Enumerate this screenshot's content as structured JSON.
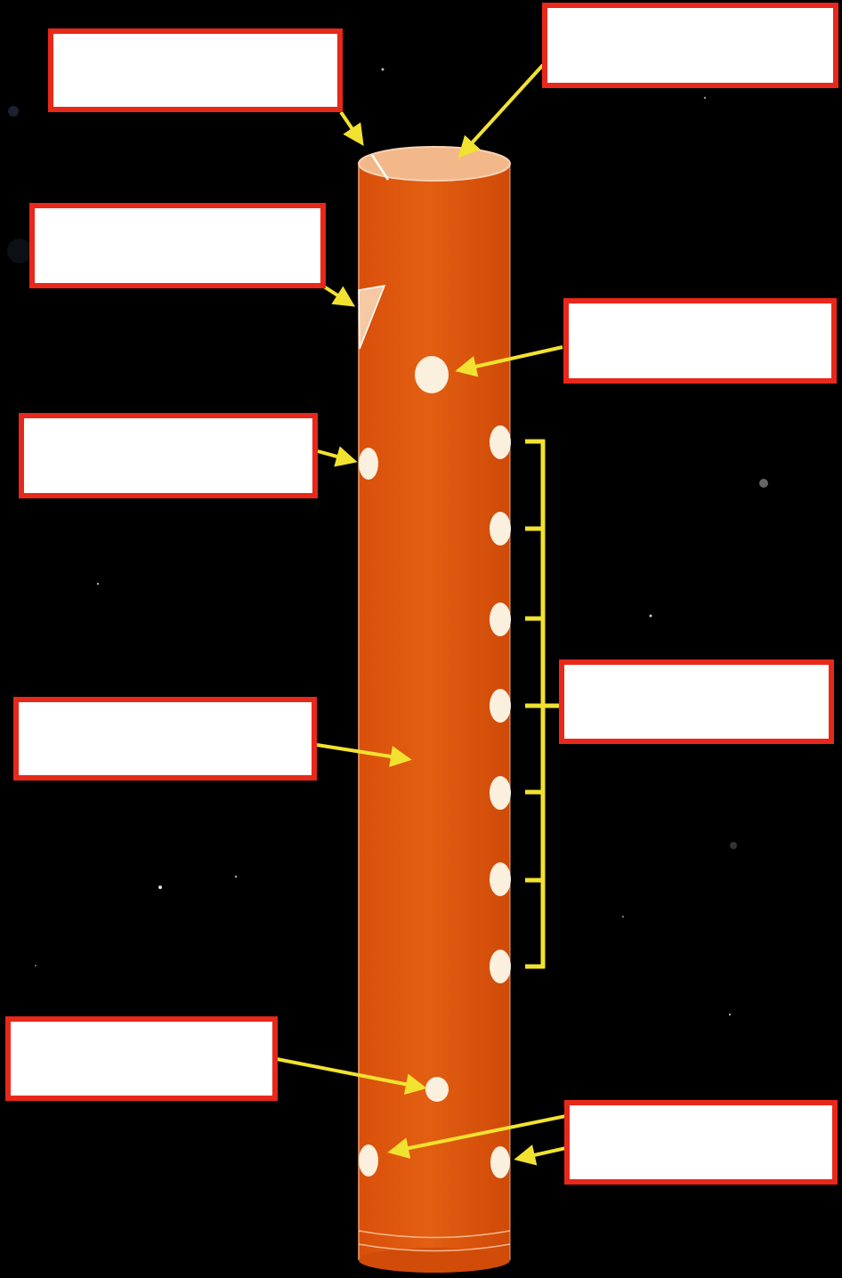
{
  "diagram": {
    "kind": "labelling worksheet",
    "subject": "flute",
    "background_color": "#000000",
    "tube_color": "#e0580e",
    "arrow_color": "#f2e230",
    "box_border_color": "#e8281a",
    "label_boxes": [
      {
        "id": "top-left",
        "text": ""
      },
      {
        "id": "top-right",
        "text": ""
      },
      {
        "id": "upper-left",
        "text": ""
      },
      {
        "id": "upper-right",
        "text": ""
      },
      {
        "id": "middle-left",
        "text": ""
      },
      {
        "id": "body",
        "text": ""
      },
      {
        "id": "finger-holes-group",
        "text": ""
      },
      {
        "id": "lower-left",
        "text": ""
      },
      {
        "id": "bottom-right",
        "text": ""
      }
    ]
  }
}
